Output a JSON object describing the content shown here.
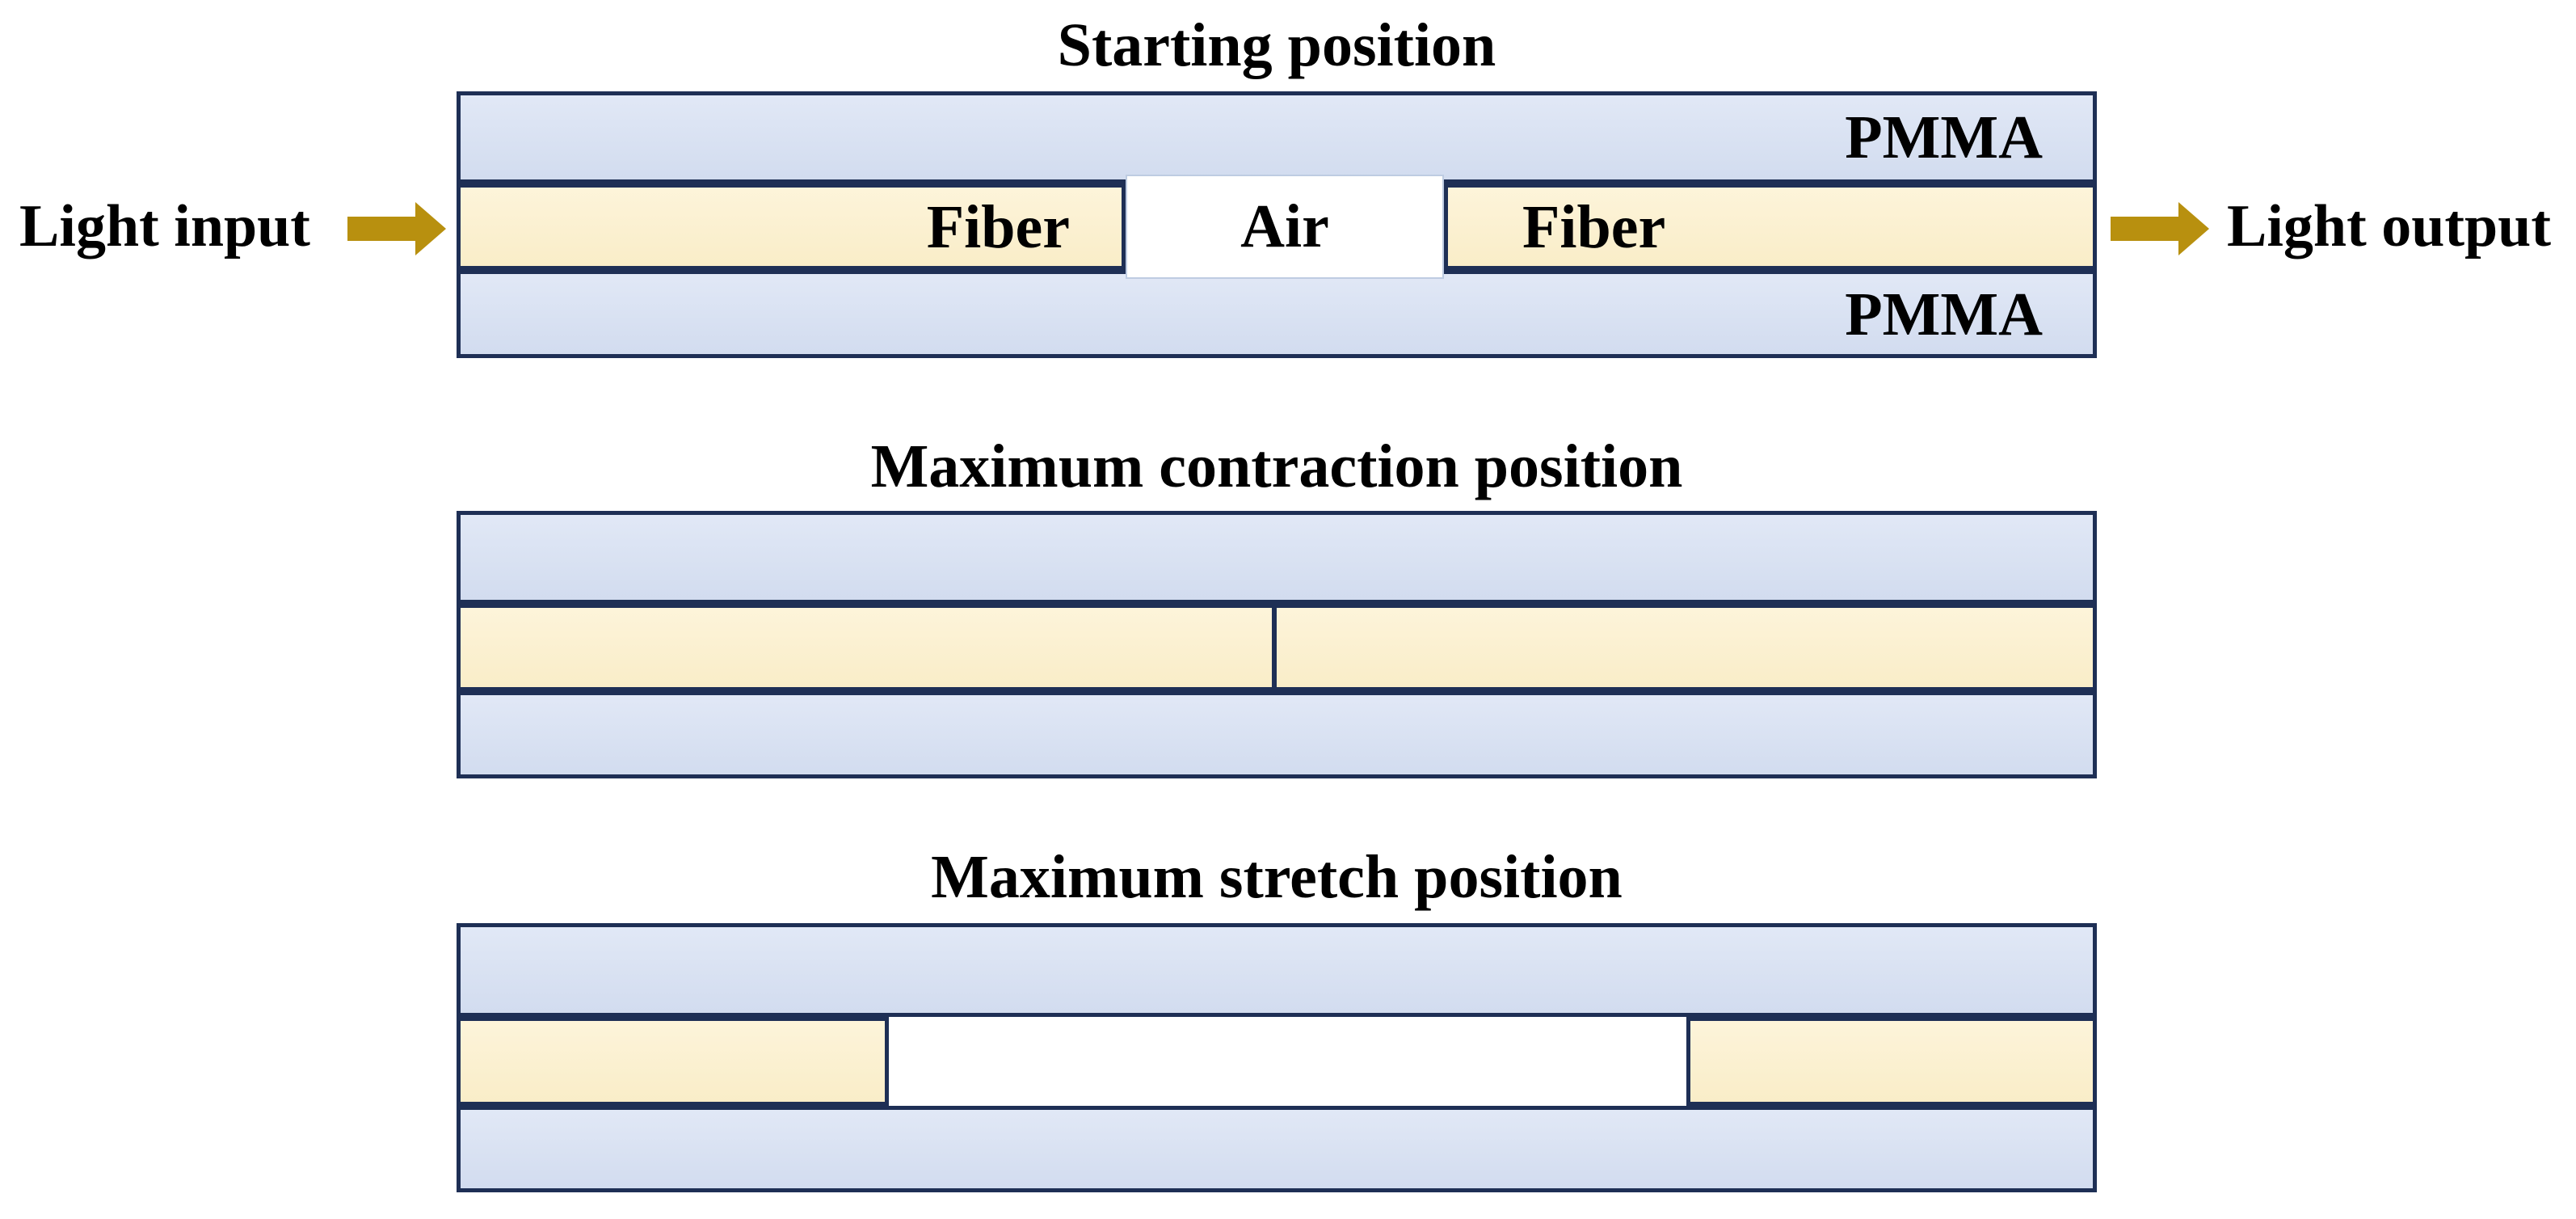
{
  "figure": {
    "description_texts": {
      "light_input": "Light input",
      "light_output": "Light output"
    },
    "diagram1": {
      "title": "Starting position",
      "pmma_top_label": "PMMA",
      "pmma_bottom_label": "PMMA",
      "fiber_left_label": "Fiber",
      "fiber_right_label": "Fiber",
      "air_label": "Air"
    },
    "diagram2": {
      "title": "Maximum contraction position"
    },
    "diagram3": {
      "title": "Maximum stretch position"
    }
  },
  "colors": {
    "pmma_fill": "#d9e2f3",
    "pmma_fill_light": "#e1e8f6",
    "pmma_fill_dark": "#d2dcef",
    "fiber_fill": "#fcf1d1",
    "fiber_fill_light": "#fdf4da",
    "fiber_fill_dark": "#f9edc8",
    "border_navy": "#1e2f55",
    "air_border": "#becce2",
    "arrow_gold": "#b8900f",
    "text_color": "#000000",
    "page_bg": "#ffffff"
  },
  "icons": {
    "light_input_arrow": "right-block-arrow",
    "light_output_arrow": "right-block-arrow"
  }
}
